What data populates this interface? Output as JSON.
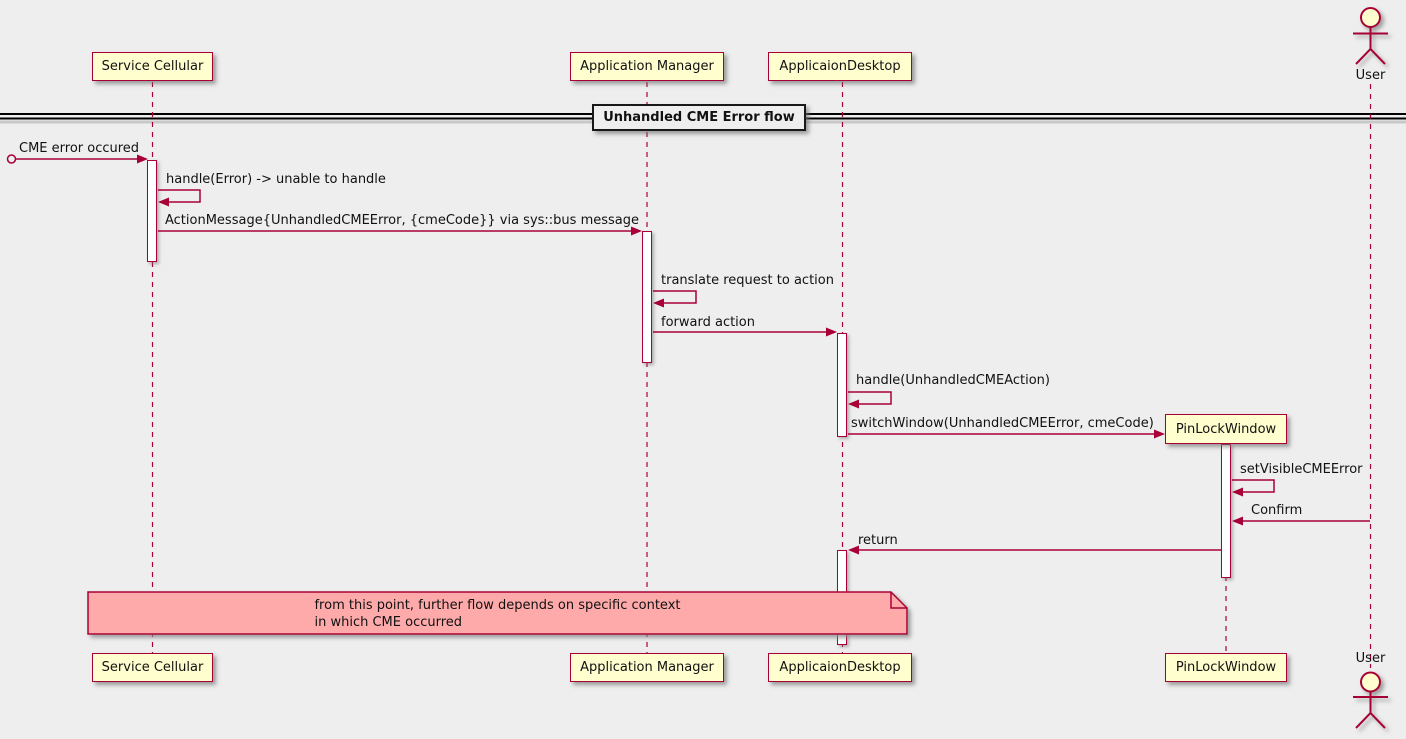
{
  "diagram_title": "Unhandled CME Error flow",
  "colors": {
    "background": "#EEEEEE",
    "participant_fill": "#FEFECE",
    "line_and_border": "#A80036",
    "note_fill": "#FFAAAA",
    "divider_line": "#000000",
    "text": "#111111"
  },
  "participants": [
    {
      "name": "Service Cellular",
      "type": "participant"
    },
    {
      "name": "Application Manager",
      "type": "participant"
    },
    {
      "name": "ApplicaionDesktop",
      "type": "participant"
    },
    {
      "name": "PinLockWindow",
      "type": "participant",
      "created_during_flow": true
    },
    {
      "name": "User",
      "type": "actor"
    }
  ],
  "messages": [
    {
      "from": "external",
      "to": "Service Cellular",
      "kind": "found",
      "label": "CME error occured"
    },
    {
      "from": "Service Cellular",
      "to": "Service Cellular",
      "kind": "self",
      "label": "handle(Error) -> unable to handle"
    },
    {
      "from": "Service Cellular",
      "to": "Application Manager",
      "kind": "sync",
      "label": "ActionMessage{UnhandledCMEError, {cmeCode}} via sys::bus message"
    },
    {
      "from": "Application Manager",
      "to": "Application Manager",
      "kind": "self",
      "label": "translate request to action"
    },
    {
      "from": "Application Manager",
      "to": "ApplicaionDesktop",
      "kind": "sync",
      "label": "forward action"
    },
    {
      "from": "ApplicaionDesktop",
      "to": "ApplicaionDesktop",
      "kind": "self",
      "label": "handle(UnhandledCMEAction)"
    },
    {
      "from": "ApplicaionDesktop",
      "to": "PinLockWindow",
      "kind": "create",
      "label": "switchWindow(UnhandledCMEError, cmeCode)"
    },
    {
      "from": "PinLockWindow",
      "to": "PinLockWindow",
      "kind": "self",
      "label": "setVisibleCMEError"
    },
    {
      "from": "User",
      "to": "PinLockWindow",
      "kind": "sync",
      "label": "Confirm"
    },
    {
      "from": "PinLockWindow",
      "to": "ApplicaionDesktop",
      "kind": "return",
      "label": "return"
    }
  ],
  "note": {
    "line1": "from this point, further flow depends on specific context",
    "line2": "in which CME occurred"
  }
}
